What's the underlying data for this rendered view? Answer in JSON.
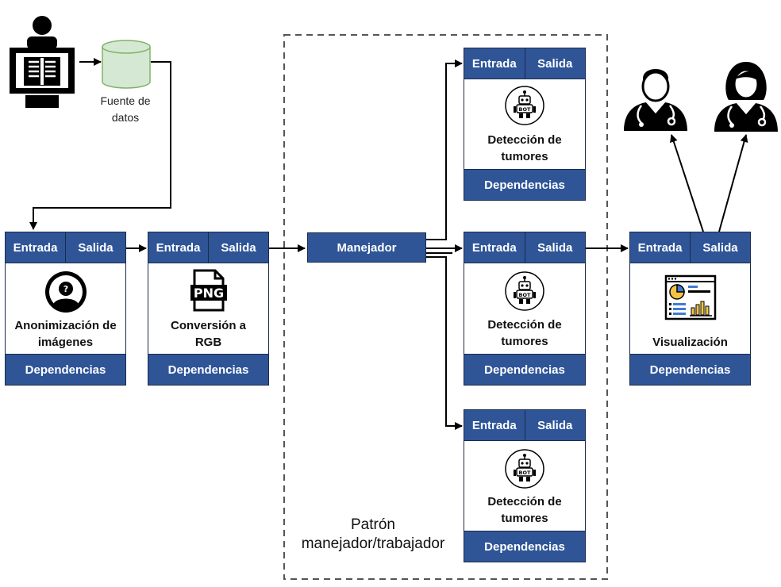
{
  "io": {
    "input": "Entrada",
    "output": "Salida",
    "deps": "Dependencias"
  },
  "source": {
    "label_line1": "Fuente de",
    "label_line2": "datos"
  },
  "blocks": {
    "anon": {
      "line1": "Anonimización de",
      "line2": "imágenes"
    },
    "conv": {
      "line1": "Conversión a",
      "line2": "RGB"
    },
    "det": {
      "line1": "Detección de",
      "line2": "tumores"
    },
    "vis": {
      "line1": "Visualización"
    }
  },
  "manager": {
    "label": "Manejador"
  },
  "pattern": {
    "line1": "Patrón",
    "line2": "manejador/trabajador"
  },
  "icons": {
    "png_text": "PNG",
    "bot_text": "BOT",
    "xray": "xray-patient-icon",
    "db": "database-icon",
    "anon": "anonymous-user-icon",
    "png": "png-file-icon",
    "bot": "robot-icon",
    "dashboard": "dashboard-icon",
    "doctor_male": "male-doctor-icon",
    "doctor_female": "female-doctor-icon"
  },
  "colors": {
    "block_blue": "#2f5597",
    "db_green": "#d5e8d4",
    "line": "#000000"
  }
}
